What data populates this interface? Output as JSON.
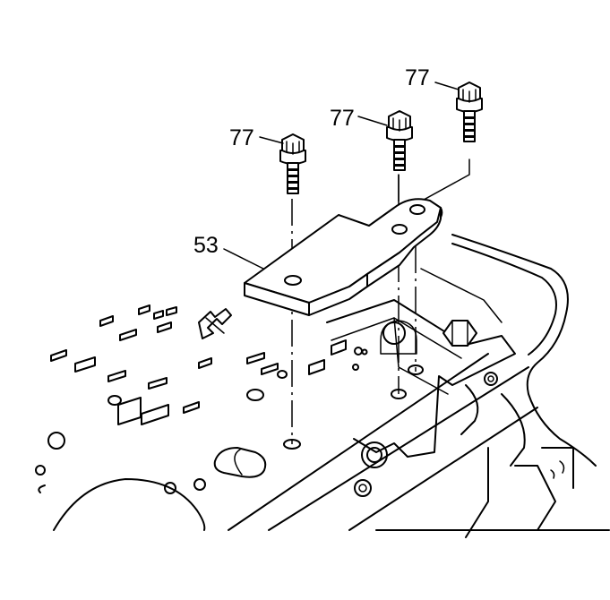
{
  "callouts": {
    "bolt_left": "77",
    "bolt_middle": "77",
    "bolt_right": "77",
    "bracket": "53"
  }
}
